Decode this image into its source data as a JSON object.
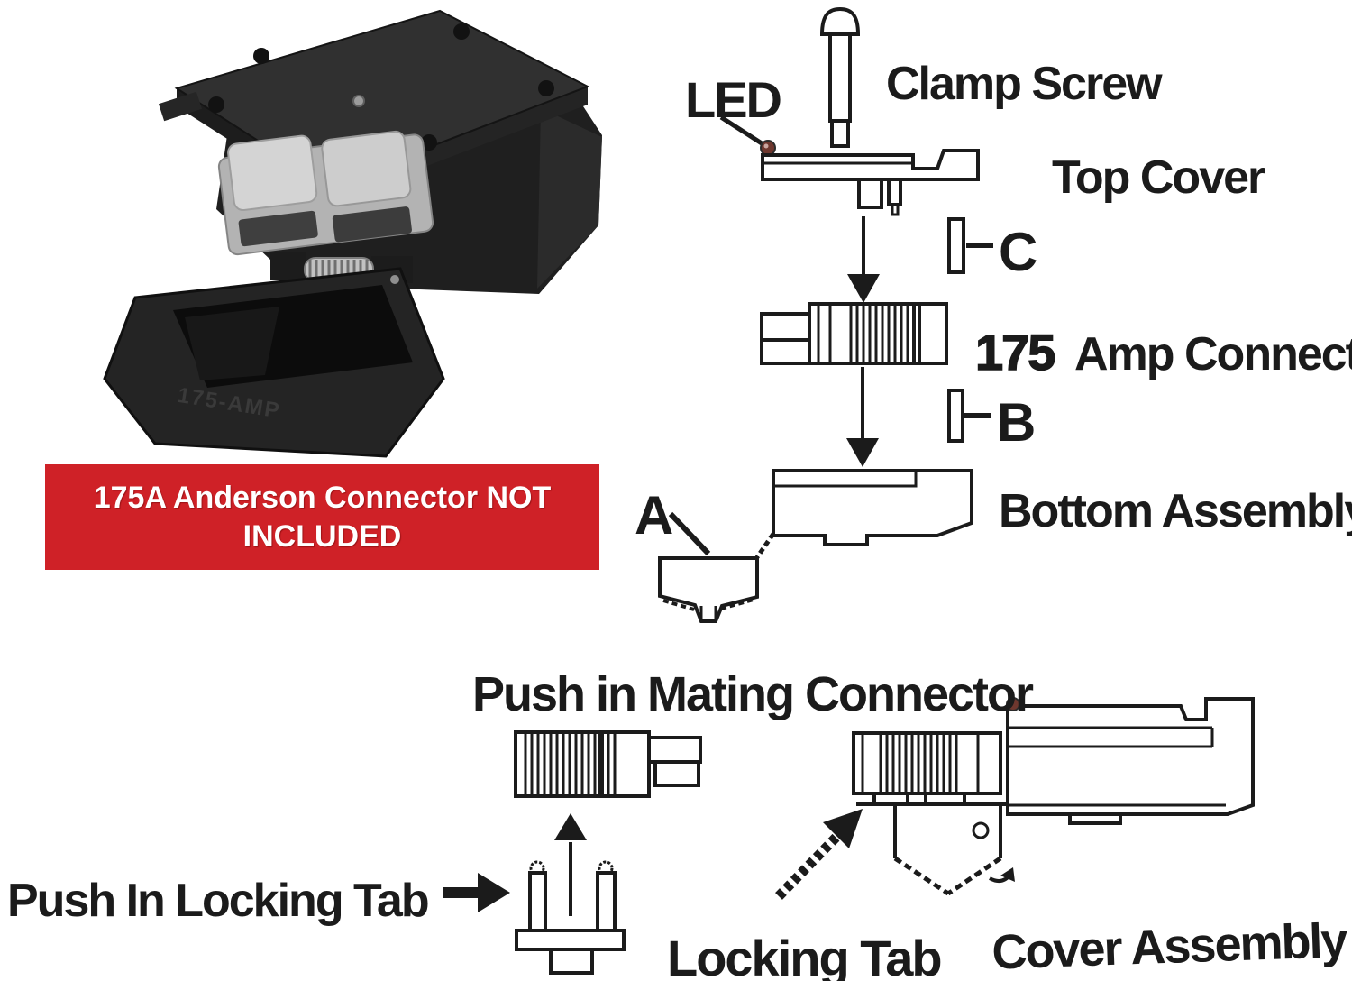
{
  "banner": {
    "line1": "175A Anderson Connector NOT",
    "line2": "INCLUDED",
    "bg_color": "#cf2127",
    "text_color": "#ffffff"
  },
  "photo": {
    "embossed_text": "175-AMP"
  },
  "diagram": {
    "line_color": "#1b1b1b",
    "led_dot_color": "#6e372e",
    "labels": {
      "led": "LED",
      "clamp_screw": "Clamp Screw",
      "top_cover": "Top Cover",
      "c": "C",
      "amp_number": "175",
      "amp_name": "Amp Connector",
      "b": "B",
      "bottom_assembly": "Bottom Assembly",
      "a": "A",
      "push_in_mating_connector": "Push in Mating Connector",
      "push_in_locking_tab": "Push In Locking Tab",
      "locking_tab": "Locking Tab",
      "cover_assembly": "Cover Assembly"
    }
  }
}
